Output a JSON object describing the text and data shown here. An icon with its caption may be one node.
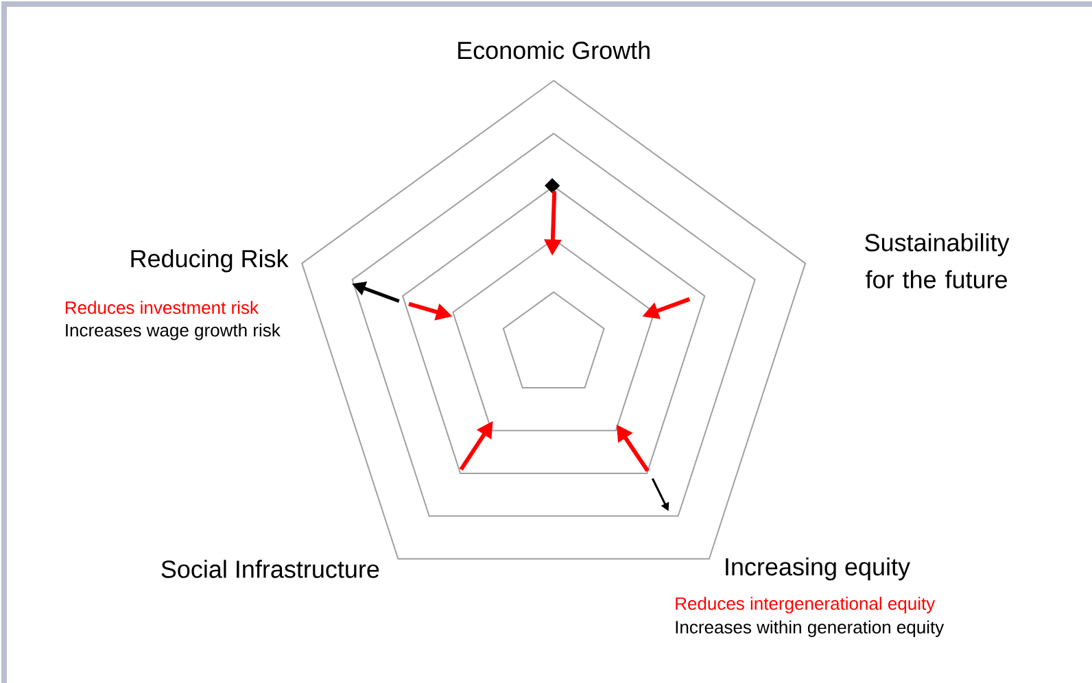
{
  "diagram": {
    "labels": [
      "Economic Growth",
      "Sustainability for the future",
      "Reducing Risk",
      "Reduces investment risk",
      "Increases wage growth risk",
      "Social Infrastructure",
      "Increasing equity",
      "Reduces intergenerational equity",
      "Increases within generation equity"
    ]
  }
}
